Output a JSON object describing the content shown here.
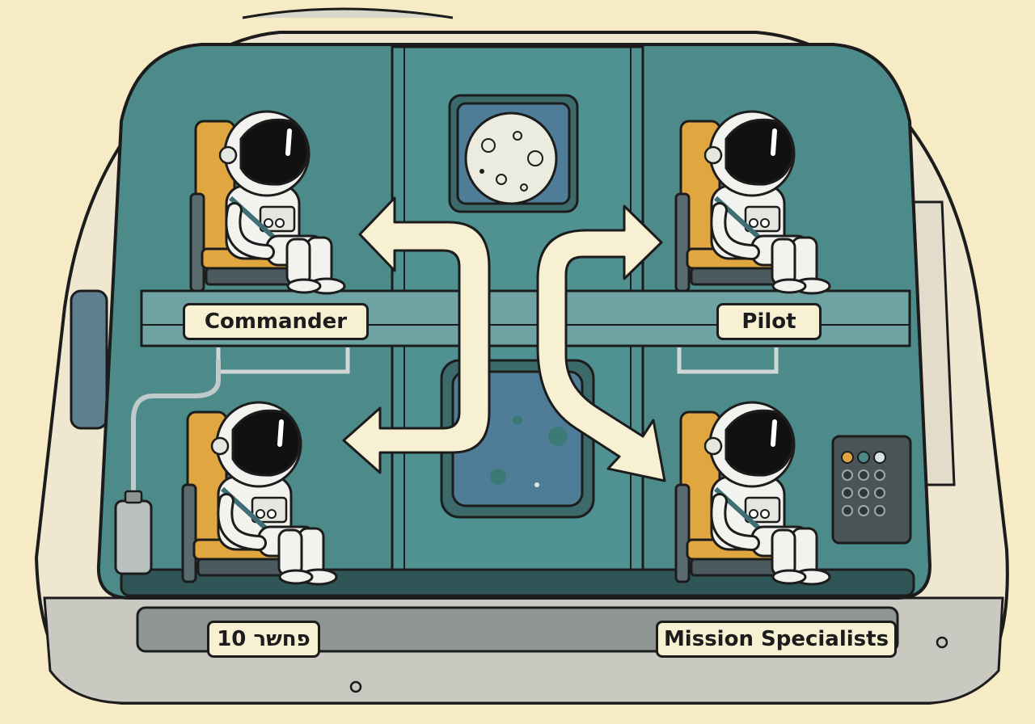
{
  "labels": {
    "commander": "Commander",
    "pilot": "Pilot",
    "rear_left": "פחשר 10",
    "mission_specialists": "Mission Specialists"
  },
  "icons": [
    "astronaut-icon",
    "moon-icon",
    "control-keypad-icon",
    "oxygen-tank-icon"
  ],
  "colors": {
    "background": "#f6ebc4",
    "hull": "#efe7cf",
    "cabin": "#4c8b89",
    "seat": "#e0a640",
    "arrow": "#f8f0d2",
    "outline": "#1c1c1c"
  }
}
